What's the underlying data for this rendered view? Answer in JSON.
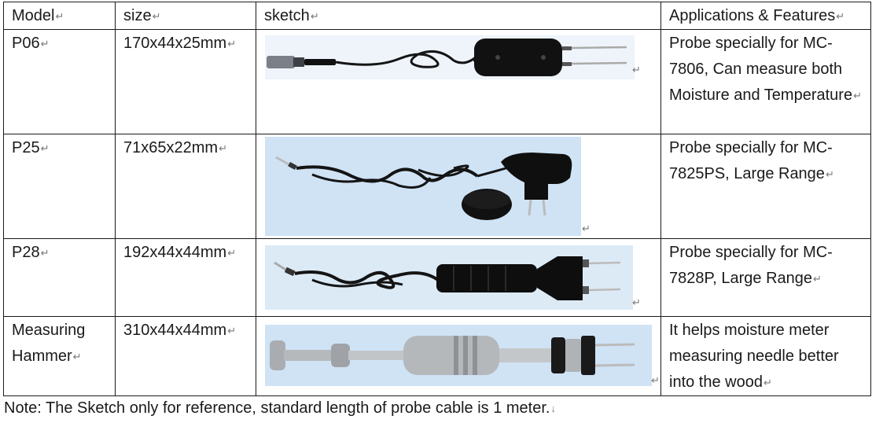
{
  "table": {
    "headers": [
      "Model",
      "size",
      "sketch",
      "Applications & Features"
    ],
    "rows": [
      {
        "model": "P06",
        "size": "170x44x25mm",
        "sketch_icon": "probe-p06-image",
        "applications": "Probe specially for MC-7806, Can measure both Moisture and Temperature"
      },
      {
        "model": "P25",
        "size": "71x65x22mm",
        "sketch_icon": "probe-p25-image",
        "applications": "Probe specially for MC-7825PS, Large Range"
      },
      {
        "model": "P28",
        "size": "192x44x44mm",
        "sketch_icon": "probe-p28-image",
        "applications": "Probe specially for MC-7828P, Large Range"
      },
      {
        "model": "Measuring Hammer",
        "size": "310x44x44mm",
        "sketch_icon": "measuring-hammer-image",
        "applications": "It helps moisture meter measuring needle better into the wood"
      }
    ]
  },
  "note": "Note: The Sketch only for reference, standard length of probe cable is 1 meter.",
  "colors": {
    "sketch_background": "#dceaf6",
    "sketch_background_dark": "#cfe3f5",
    "probe_body": "#111111",
    "hammer_metal": "#b9bcbf"
  }
}
